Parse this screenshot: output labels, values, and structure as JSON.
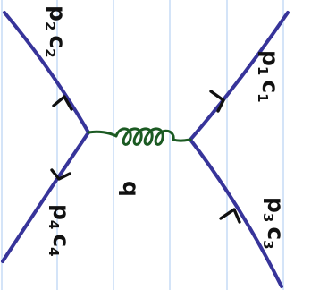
{
  "diagram": {
    "particles": {
      "p1c1": {
        "momentum": "p",
        "momentum_index": "1",
        "color": "c",
        "color_index": "1"
      },
      "p2c2": {
        "momentum": "p",
        "momentum_index": "2",
        "color": "c",
        "color_index": "2"
      },
      "p3c3": {
        "momentum": "p",
        "momentum_index": "3",
        "color": "c",
        "color_index": "3"
      },
      "p4c4": {
        "momentum": "p",
        "momentum_index": "4",
        "color": "c",
        "color_index": "4"
      }
    },
    "propagator": {
      "label": "q",
      "type": "gluon"
    },
    "colors": {
      "fermion_line": "#37349a",
      "gluon": "#1b5a22",
      "ink": "#111111",
      "ruling": "#a8c8f0"
    }
  }
}
